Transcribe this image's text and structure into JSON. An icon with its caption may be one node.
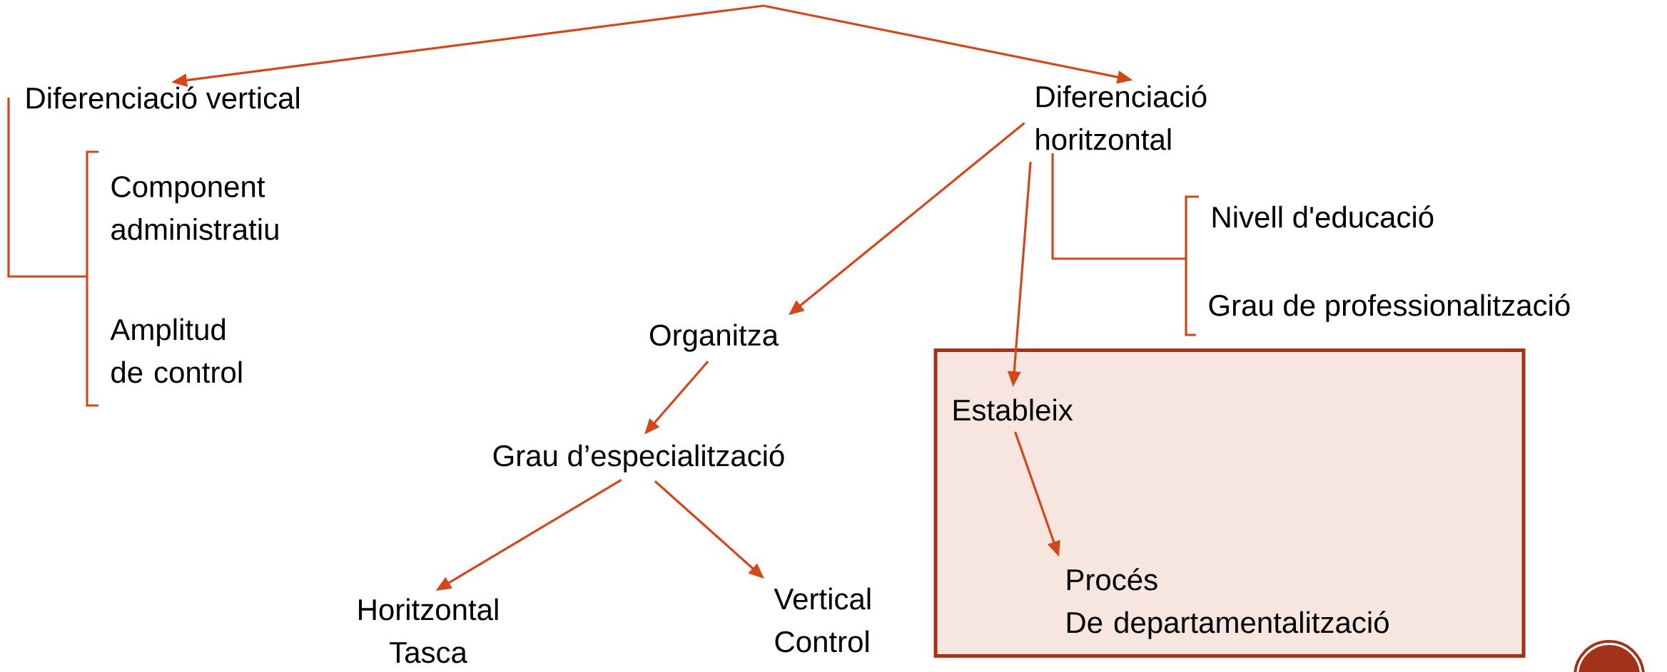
{
  "diagram": {
    "nodes": [
      {
        "text": [
          "Diferenciació vertical"
        ]
      },
      {
        "text": [
          "Component administratiu"
        ]
      },
      {
        "text": [
          "Amplitud de control"
        ]
      },
      {
        "text": [
          "Diferenciació horitzontal"
        ]
      },
      {
        "text": [
          "Nivell d'educació"
        ]
      },
      {
        "text": [
          "Grau de professionalització"
        ]
      },
      {
        "text": [
          "Organitza"
        ]
      },
      {
        "text": [
          "Grau d’especialització"
        ]
      },
      {
        "text": [
          "Horitzontal",
          "Tasca"
        ]
      },
      {
        "text": [
          "Vertical",
          "Control"
        ]
      },
      {
        "text": [],
        "shape": "box"
      },
      {
        "text": [
          "Estableix"
        ],
        "in": 10
      },
      {
        "text": [
          "Procés",
          "De departamentalització"
        ],
        "in": 10
      }
    ],
    "edges": [
      {
        "from": null,
        "to": 0,
        "arrow": "to"
      },
      {
        "from": null,
        "to": 3,
        "arrow": "to"
      },
      {
        "from": 3,
        "to": 6,
        "arrow": "to"
      },
      {
        "from": 3,
        "to": 11,
        "arrow": "to"
      },
      {
        "from": 6,
        "to": 7,
        "arrow": "to"
      },
      {
        "from": 7,
        "to": 8,
        "arrow": "to"
      },
      {
        "from": 7,
        "to": 9,
        "arrow": "to"
      },
      {
        "from": 11,
        "to": 12,
        "arrow": "to"
      },
      {
        "from": 0,
        "to": 1,
        "arrow": "none"
      },
      {
        "from": 0,
        "to": 2,
        "arrow": "none"
      },
      {
        "from": 3,
        "to": 4,
        "arrow": "none"
      },
      {
        "from": 3,
        "to": 5,
        "arrow": "none"
      }
    ]
  }
}
